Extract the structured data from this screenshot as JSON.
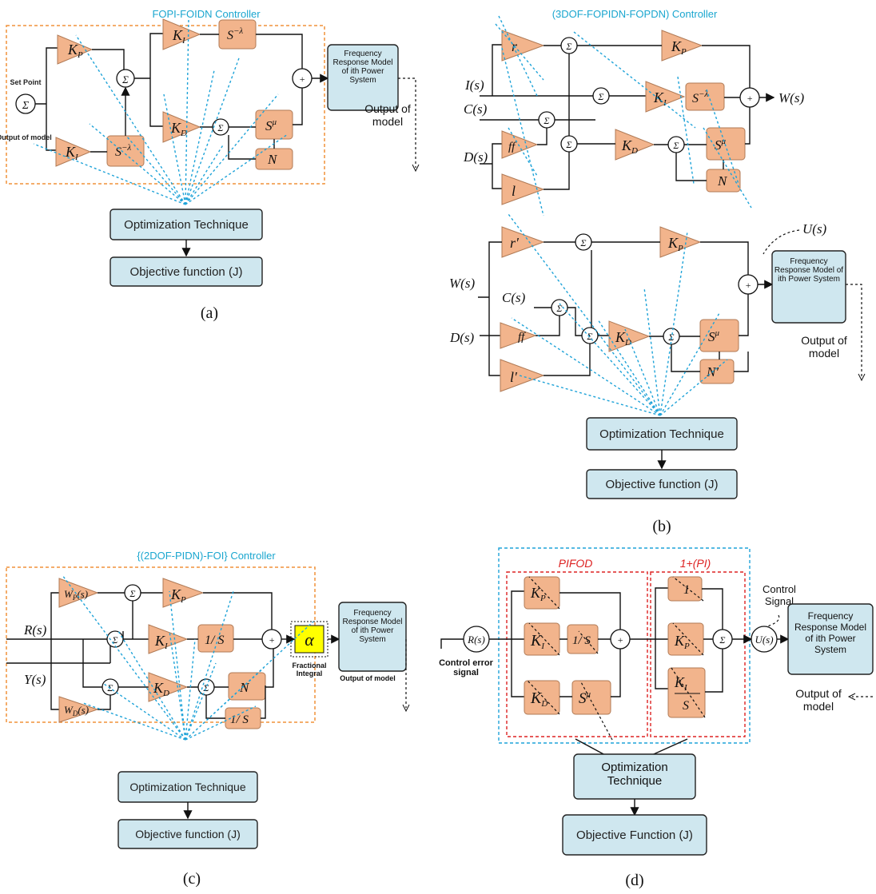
{
  "a": {
    "title": "FOPI-FOIDN Controller",
    "set_point": "Set Point",
    "output_of_model_in": "Output of model",
    "freq_model": "Frequency Response Model of ith Power System",
    "output_of_model": "Output of model",
    "optimization": "Optimization Technique",
    "objective": "Objective function (J)",
    "caption": "(a)"
  },
  "b": {
    "title": "(3DOF-FOPIDN-FOPDN) Controller",
    "I": "I(s)",
    "C": "C(s)",
    "D": "D(s)",
    "W_out": "W(s)",
    "W_in": "W(s)",
    "C2": "C(s)",
    "D2": "D(s)",
    "U": "U(s)",
    "freq_model": "Frequency Response Model of ith Power System",
    "output_of_model": "Output of model",
    "optimization": "Optimization Technique",
    "objective": "Objective function (J)",
    "caption": "(b)"
  },
  "c": {
    "title": "{(2DOF-PIDN)-FOI} Controller",
    "R": "R(s)",
    "Y": "Y(s)",
    "frac_integral": "Fractional Integral",
    "freq_model": "Frequency Response Model of ith Power System",
    "output_of_model": "Output of model",
    "optimization": "Optimization Technique",
    "objective": "Objective function (J)",
    "caption": "(c)"
  },
  "d": {
    "pifod": "PIFOD",
    "onepi": "1+(PI)",
    "R": "R(s)",
    "U": "U(s)",
    "control_signal": "Control Signal",
    "control_error_signal": "Control error signal",
    "freq_model": "Frequency Response Model of ith Power System",
    "output_of_model": "Output of model",
    "optimization": "Optimization Technique",
    "objective": "Objective Function (J)",
    "caption": "(d)"
  },
  "colors": {
    "orange": "#f2b48c",
    "blue_box": "#cfe7ef",
    "dashed_blue": "#1fa3d8",
    "red": "#d22222",
    "yellow": "#ffff00"
  }
}
